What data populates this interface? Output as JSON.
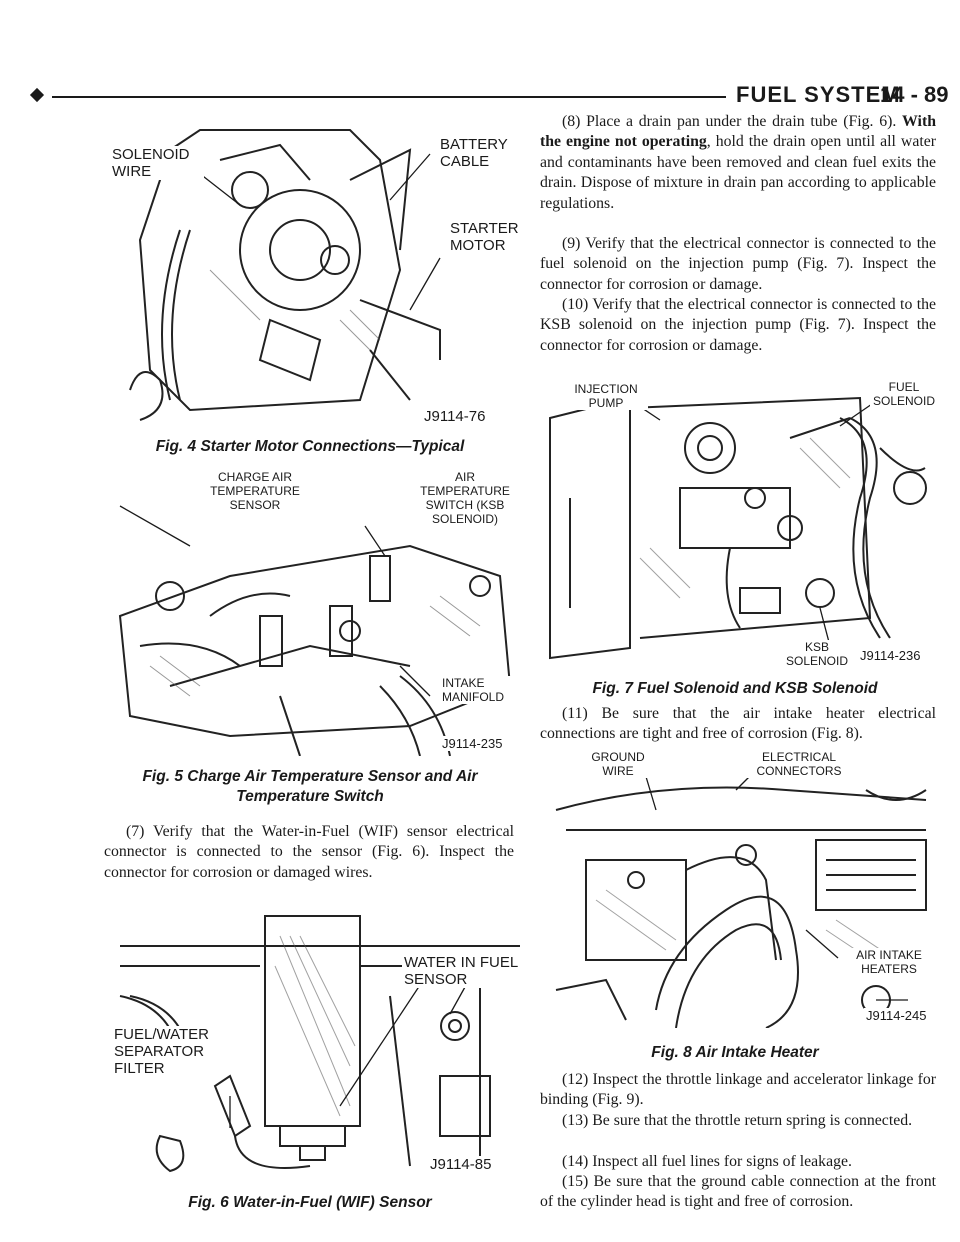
{
  "header": {
    "section_title": "FUEL SYSTEM",
    "page_number": "14 - 89"
  },
  "figures": {
    "fig4": {
      "caption": "Fig. 4 Starter Motor Connections—Typical",
      "labels": {
        "solenoid_wire": "SOLENOID WIRE",
        "battery_cable": "BATTERY CABLE",
        "starter_motor": "STARTER MOTOR"
      },
      "code": "J9114-76"
    },
    "fig5": {
      "caption_line1": "Fig. 5 Charge Air Temperature Sensor and Air",
      "caption_line2": "Temperature Switch",
      "labels": {
        "charge_air_sensor": "CHARGE AIR TEMPERATURE SENSOR",
        "air_temp_switch": "AIR TEMPERATURE SWITCH (KSB SOLENOID)",
        "intake_manifold": "INTAKE MANIFOLD"
      },
      "code": "J9114-235"
    },
    "fig6": {
      "caption": "Fig. 6 Water-in-Fuel (WIF) Sensor",
      "labels": {
        "wif_sensor": "WATER IN FUEL SENSOR",
        "separator_filter": "FUEL/WATER SEPARATOR FILTER"
      },
      "code": "J9114-85"
    },
    "fig7": {
      "caption": "Fig. 7 Fuel Solenoid and KSB Solenoid",
      "labels": {
        "injection_pump": "INJECTION PUMP",
        "fuel_solenoid": "FUEL SOLENOID",
        "ksb_solenoid": "KSB SOLENOID"
      },
      "code": "J9114-236"
    },
    "fig8": {
      "caption": "Fig. 8 Air Intake Heater",
      "labels": {
        "ground_wire": "GROUND WIRE",
        "electrical_connectors": "ELECTRICAL CONNECTORS",
        "air_intake_heaters": "AIR INTAKE HEATERS"
      },
      "code": "J9114-245"
    }
  },
  "text": {
    "step7": "(7) Verify that the Water-in-Fuel (WIF) sensor electrical connector is connected to the sensor (Fig. 6). Inspect the connector for corrosion or damaged wires.",
    "step8_a": "(8) Place a drain pan under the drain tube (Fig. 6).",
    "step8_bold": "With the engine not operating",
    "step8_b": ", hold the drain open until all water and contaminants have been removed and clean fuel exits the drain. Dispose of mixture in drain pan according to applicable regulations.",
    "step9": "(9) Verify that the electrical connector is connected to the fuel solenoid on the injection pump (Fig. 7). Inspect the connector for corrosion or damage.",
    "step10": "(10) Verify that the electrical connector is connected to the KSB solenoid on the injection pump (Fig. 7). Inspect the connector for corrosion or damage.",
    "step11": "(11) Be sure that the air intake heater electrical connections are tight and free of corrosion (Fig. 8).",
    "step12": "(12) Inspect the throttle linkage and accelerator linkage for binding (Fig. 9).",
    "step13": "(13) Be sure that the throttle return spring is connected.",
    "step14": "(14) Inspect all fuel lines for signs of leakage.",
    "step15": "(15) Be sure that the ground cable connection at the front of the cylinder head is tight and free of corrosion."
  }
}
